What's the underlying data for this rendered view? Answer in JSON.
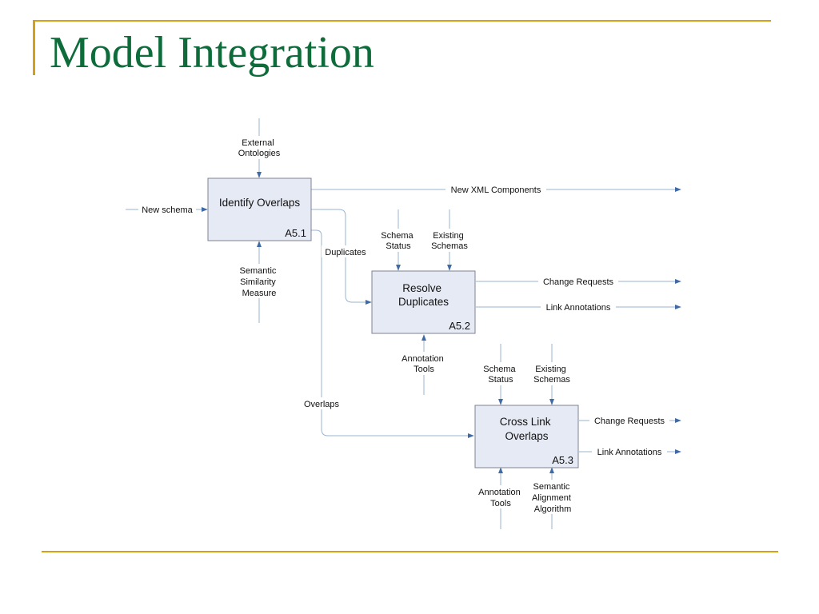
{
  "slide": {
    "title": "Model Integration",
    "accent_color": "#d4a017",
    "title_color": "#0e6b3a"
  },
  "diagram": {
    "boxes": {
      "a51": {
        "title": [
          "Identify Overlaps"
        ],
        "id": "A5.1"
      },
      "a52": {
        "title": [
          "Resolve",
          "Duplicates"
        ],
        "id": "A5.2"
      },
      "a53": {
        "title": [
          "Cross Link",
          "Overlaps"
        ],
        "id": "A5.3"
      }
    },
    "labels": {
      "external_ontologies": [
        "External",
        "Ontologies"
      ],
      "new_schema": [
        "New schema"
      ],
      "semantic_similarity": [
        "Semantic",
        "Similarity",
        "Measure"
      ],
      "new_xml_components": [
        "New XML Components"
      ],
      "duplicates": [
        "Duplicates"
      ],
      "overlaps": [
        "Overlaps"
      ],
      "schema_status_1": [
        "Schema",
        "Status"
      ],
      "existing_schemas_1": [
        "Existing",
        "Schemas"
      ],
      "change_requests_1": [
        "Change Requests"
      ],
      "link_annotations_1": [
        "Link Annotations"
      ],
      "annotation_tools_1": [
        "Annotation",
        "Tools"
      ],
      "schema_status_2": [
        "Schema",
        "Status"
      ],
      "existing_schemas_2": [
        "Existing",
        "Schemas"
      ],
      "change_requests_2": [
        "Change Requests"
      ],
      "link_annotations_2": [
        "Link Annotations"
      ],
      "annotation_tools_2": [
        "Annotation",
        "Tools"
      ],
      "semantic_alignment": [
        "Semantic",
        "Alignment",
        "Algorithm"
      ]
    }
  }
}
